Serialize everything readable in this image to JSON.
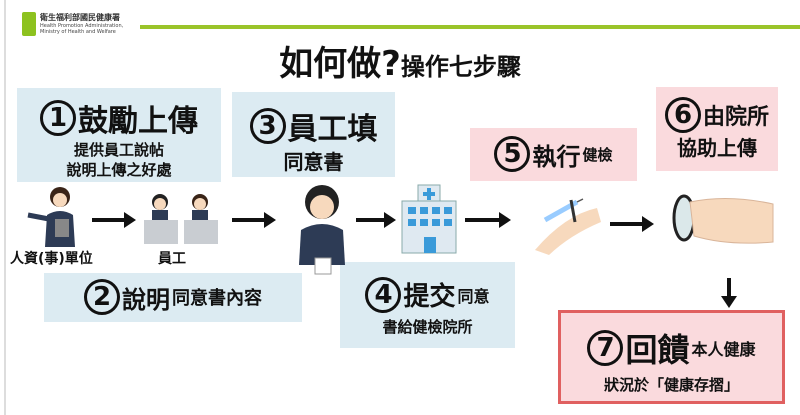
{
  "logo": {
    "name_zh": "衛生福利部國民健康署",
    "name_en1": "Health Promotion Administration,",
    "name_en2": "Ministry of Health and Welfare"
  },
  "title": {
    "main": "如何做?",
    "sub": "操作七步驟"
  },
  "steps": [
    {
      "num": "1",
      "head": "鼓勵上傳",
      "lines": [
        "提供員工說帖",
        "說明上傳之好處"
      ]
    },
    {
      "num": "2",
      "head": "說明",
      "tail": "同意書內容"
    },
    {
      "num": "3",
      "head": "員工填",
      "lines": [
        "同意書"
      ]
    },
    {
      "num": "4",
      "head": "提交",
      "tail": "同意",
      "lines": [
        "書給健檢院所"
      ]
    },
    {
      "num": "5",
      "head": "執行",
      "tail": "健檢"
    },
    {
      "num": "6",
      "head": "由院所",
      "lines": [
        "協助上傳"
      ]
    },
    {
      "num": "7",
      "head": "回饋",
      "tail": "本人健康",
      "lines": [
        "狀況於「健康存摺」"
      ]
    }
  ],
  "labels": {
    "hr": "人資(事)單位",
    "staff": "員工"
  },
  "colors": {
    "blue_box": "#dcebf2",
    "pink_box": "#fadadd",
    "green": "#9ac42a",
    "red_border": "#e06060"
  }
}
